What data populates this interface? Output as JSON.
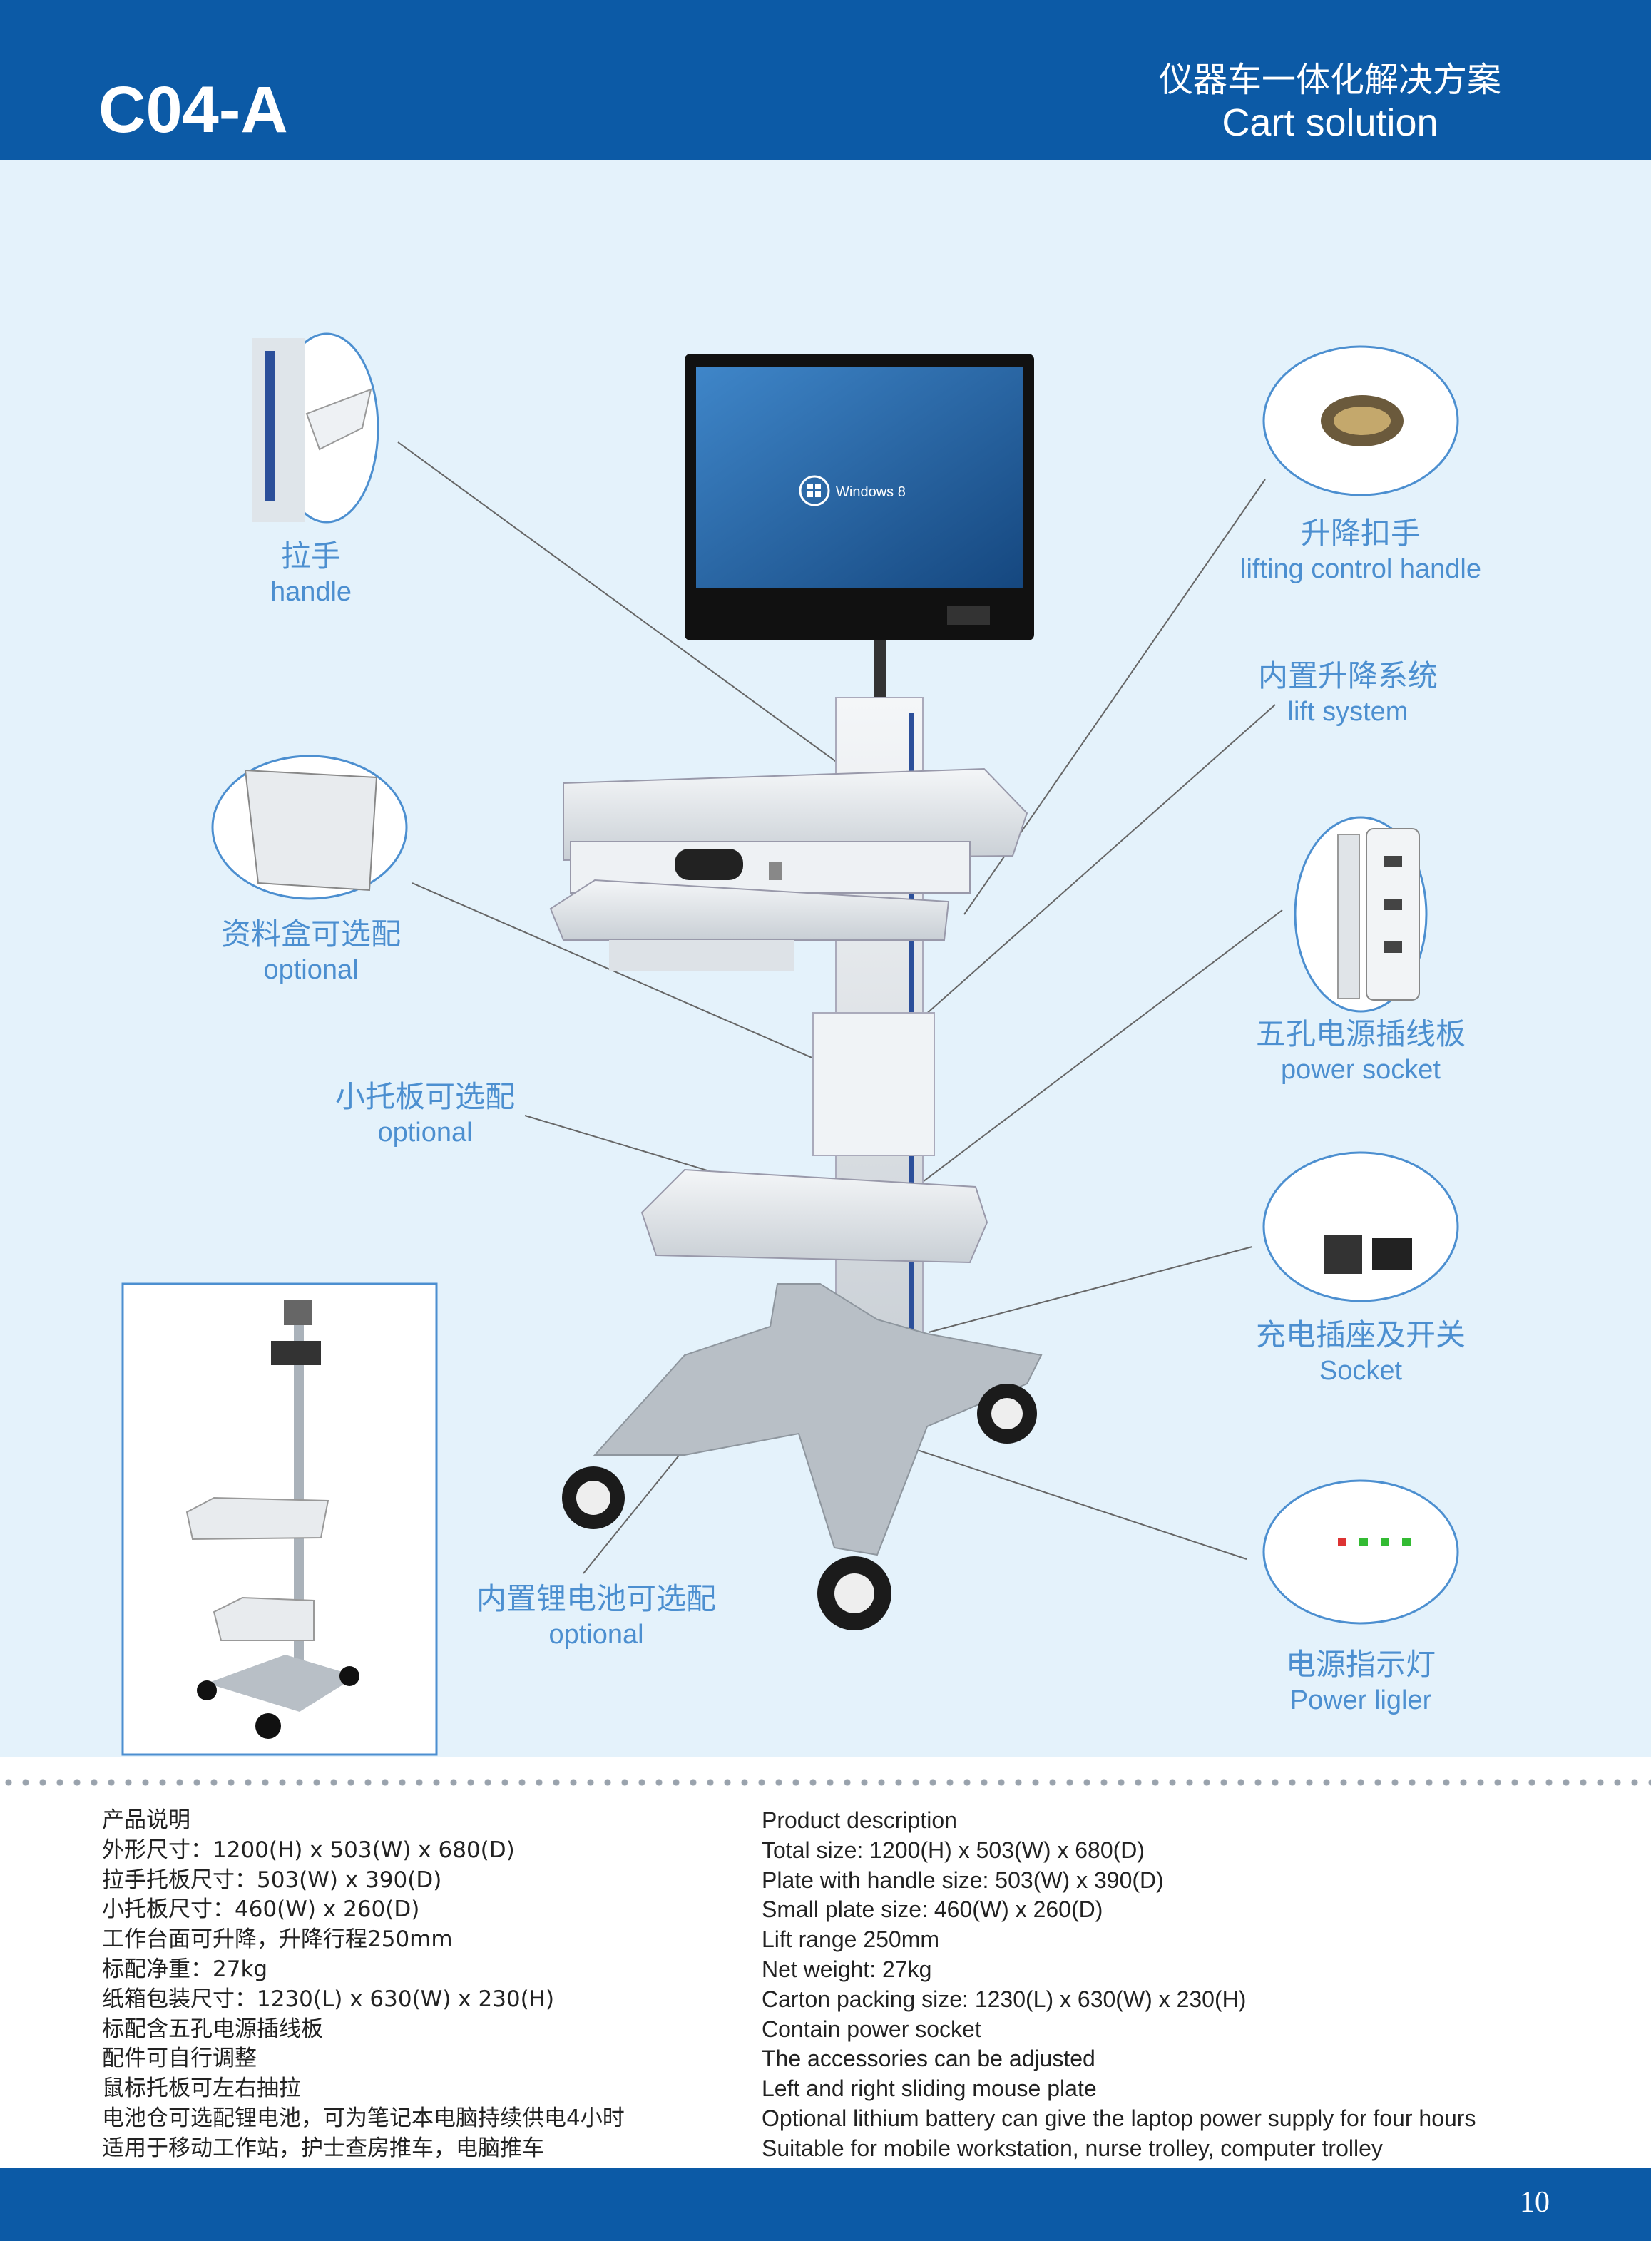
{
  "header": {
    "model": "C04-A",
    "title_cn": "仪器车一体化解决方案",
    "title_en": "Cart solution"
  },
  "screen": {
    "os_label": "Windows 8"
  },
  "callouts": {
    "handle": {
      "cn": "拉手",
      "en": "handle"
    },
    "lifting_handle": {
      "cn": "升降扣手",
      "en": "lifting control handle"
    },
    "lift_system": {
      "cn": "内置升降系统",
      "en": "lift system"
    },
    "file_box": {
      "cn": "资料盒可选配",
      "en": "optional"
    },
    "power_socket": {
      "cn": "五孔电源插线板",
      "en": "power socket"
    },
    "small_plate": {
      "cn": "小托板可选配",
      "en": "optional"
    },
    "charging_socket": {
      "cn": "充电插座及开关",
      "en": "Socket"
    },
    "battery": {
      "cn": "内置锂电池可选配",
      "en": "optional"
    },
    "power_light": {
      "cn": "电源指示灯",
      "en": "Power ligler"
    }
  },
  "specs_cn": [
    "产品说明",
    "外形尺寸：1200(H) x 503(W) x 680(D)",
    "拉手托板尺寸：503(W) x 390(D)",
    "小托板尺寸：460(W) x 260(D)",
    "工作台面可升降，升降行程250mm",
    "标配净重：27kg",
    "纸箱包装尺寸：1230(L) x 630(W) x 230(H)",
    "标配含五孔电源插线板",
    "配件可自行调整",
    "鼠标托板可左右抽拉",
    "电池仓可选配锂电池，可为笔记本电脑持续供电4小时",
    "适用于移动工作站，护士查房推车，电脑推车"
  ],
  "specs_en": [
    "Product description",
    "Total size: 1200(H) x 503(W) x 680(D)",
    "Plate with handle size: 503(W) x 390(D)",
    "Small plate size: 460(W) x 260(D)",
    "Lift range 250mm",
    "Net weight: 27kg",
    "Carton packing size: 1230(L) x 630(W) x 230(H)",
    "Contain power socket",
    "The accessories can be adjusted",
    "Left and right sliding mouse plate",
    "Optional lithium battery can give the laptop power supply for four hours",
    "Suitable for mobile workstation, nurse trolley, computer trolley"
  ],
  "footer": {
    "page": "10"
  },
  "colors": {
    "brand_blue": "#0c5aa6",
    "label_blue": "#4c8fd0",
    "background": "#e4f2fb"
  }
}
